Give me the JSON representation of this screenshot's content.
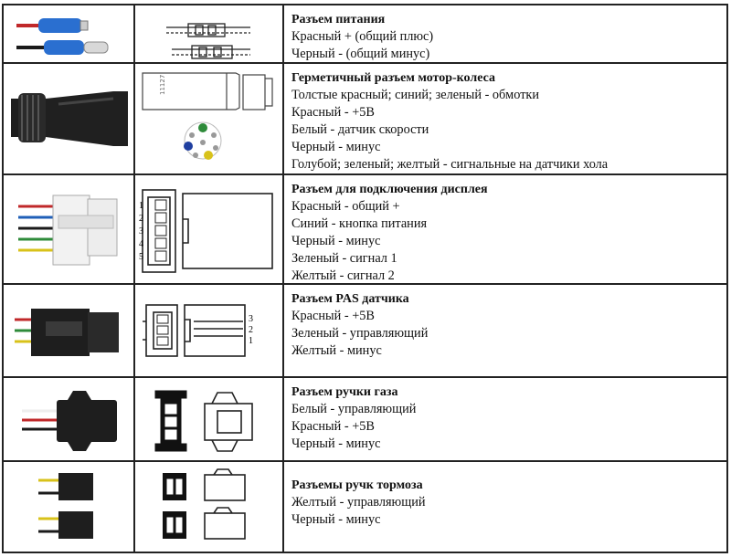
{
  "rows": [
    {
      "title": "Разъем питания",
      "lines": [
        "Красный + (общий плюс)",
        "Черный - (общий минус)"
      ]
    },
    {
      "title": "Герметичный разъем мотор-колеса",
      "lines": [
        "Толстые красный; синий; зеленый - обмотки",
        "Красный - +5В",
        "Белый - датчик скорости",
        "Черный - минус",
        "Голубой; зеленый; желтый - сигнальные на датчики хола"
      ],
      "diagram_label": "11127"
    },
    {
      "title": "Разъем для подключения дисплея",
      "lines": [
        "Красный - общий +",
        "Синий - кнопка питания",
        "Черный - минус",
        "Зеленый - сигнал 1",
        "Желтый - сигнал 2"
      ],
      "pins": [
        "1",
        "2",
        "3",
        "4",
        "5"
      ]
    },
    {
      "title": "Разъем PAS датчика",
      "lines": [
        "Красный - +5В",
        "Зеленый - управляющий",
        "Желтый - минус"
      ],
      "pins": [
        "3",
        "2",
        "1"
      ]
    },
    {
      "title": "Разъем ручки газа",
      "lines": [
        "Белый - управляющий",
        "Красный - +5В",
        "Черный - минус"
      ]
    },
    {
      "title": "Разъемы ручк тормоза",
      "lines": [
        "Желтый - управляющий",
        "Черный - минус"
      ]
    }
  ],
  "colors": {
    "border": "#222222",
    "wire_red": "#c0282a",
    "wire_blue": "#1f5fb8",
    "wire_green": "#2e8b3a",
    "wire_yellow": "#d8c21a",
    "wire_black": "#1a1a1a",
    "connector_blue": "#2a6fd0",
    "connector_black": "#1e1e1e",
    "connector_white": "#f2f2f2"
  }
}
